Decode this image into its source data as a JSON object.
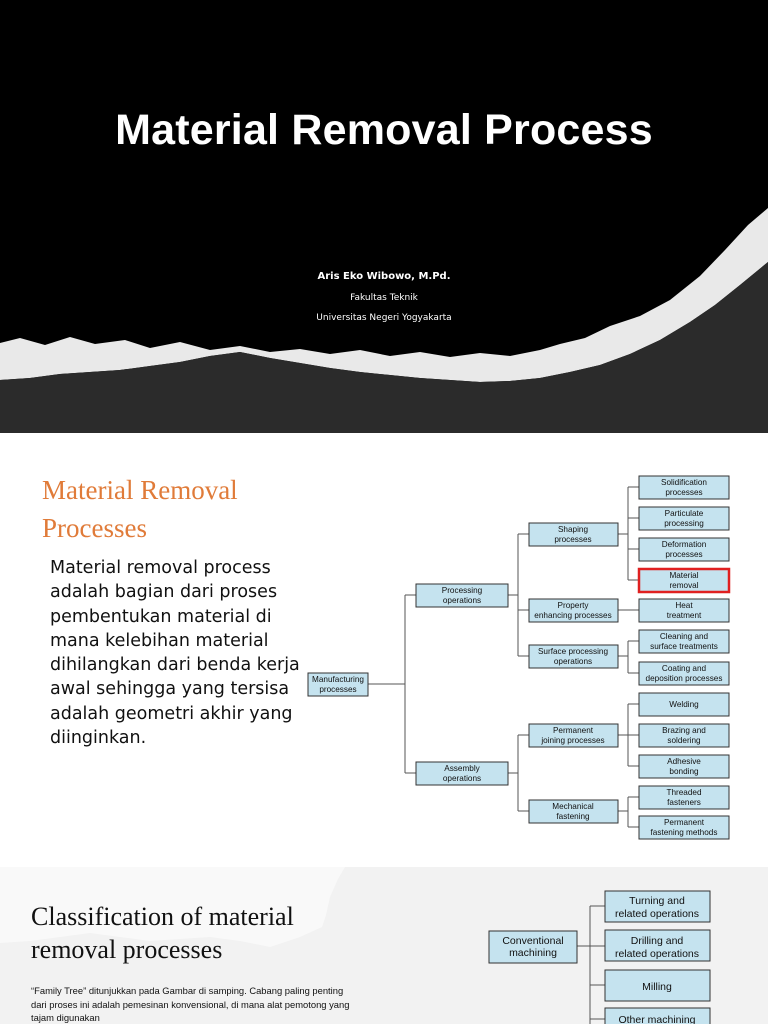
{
  "slide1": {
    "title": "Material Removal Process",
    "author": "Aris Eko Wibowo, M.Pd.",
    "faculty": "Fakultas Teknik",
    "university": "Universitas Negeri Yogyakarta"
  },
  "slide2": {
    "heading": "Material Removal Processes",
    "body": "Material removal process adalah bagian dari proses pembentukan material di mana kelebihan material dihilangkan dari benda kerja awal sehingga yang tersisa adalah geometri akhir yang diinginkan.",
    "tree": {
      "root": [
        "Manufacturing",
        "processes"
      ],
      "processing": [
        "Processing",
        "operations"
      ],
      "assembly": [
        "Assembly",
        "operations"
      ],
      "shaping": [
        "Shaping",
        "processes"
      ],
      "property": [
        "Property",
        "enhancing processes"
      ],
      "surface": [
        "Surface processing",
        "operations"
      ],
      "permanent": [
        "Permanent",
        "joining processes"
      ],
      "mechanical": [
        "Mechanical",
        "fastening"
      ],
      "solidification": [
        "Solidification",
        "processes"
      ],
      "particulate": [
        "Particulate",
        "processing"
      ],
      "deformation": [
        "Deformation",
        "processes"
      ],
      "material_removal": [
        "Material",
        "removal"
      ],
      "heat": [
        "Heat",
        "treatment"
      ],
      "cleaning": [
        "Cleaning and",
        "surface treatments"
      ],
      "coating": [
        "Coating and",
        "deposition processes"
      ],
      "welding": [
        "Welding"
      ],
      "brazing": [
        "Brazing and",
        "soldering"
      ],
      "adhesive": [
        "Adhesive",
        "bonding"
      ],
      "threaded": [
        "Threaded",
        "fasteners"
      ],
      "permanent_fastening": [
        "Permanent",
        "fastening methods"
      ]
    },
    "highlight_color": "#e02020",
    "box_fill": "#c5e3ef"
  },
  "slide3": {
    "heading": "Classification of material removal processes",
    "body": "“Family Tree” ditunjukkan pada Gambar di samping. Cabang paling penting dari proses ini adalah pemesinan konvensional, di mana alat pemotong yang tajam digunakan",
    "tree": {
      "conventional": [
        "Conventional",
        "machining"
      ],
      "turning": [
        "Turning and",
        "related operations"
      ],
      "drilling": [
        "Drilling and",
        "related operations"
      ],
      "milling": [
        "Milling"
      ],
      "other": [
        "Other machining"
      ]
    }
  }
}
